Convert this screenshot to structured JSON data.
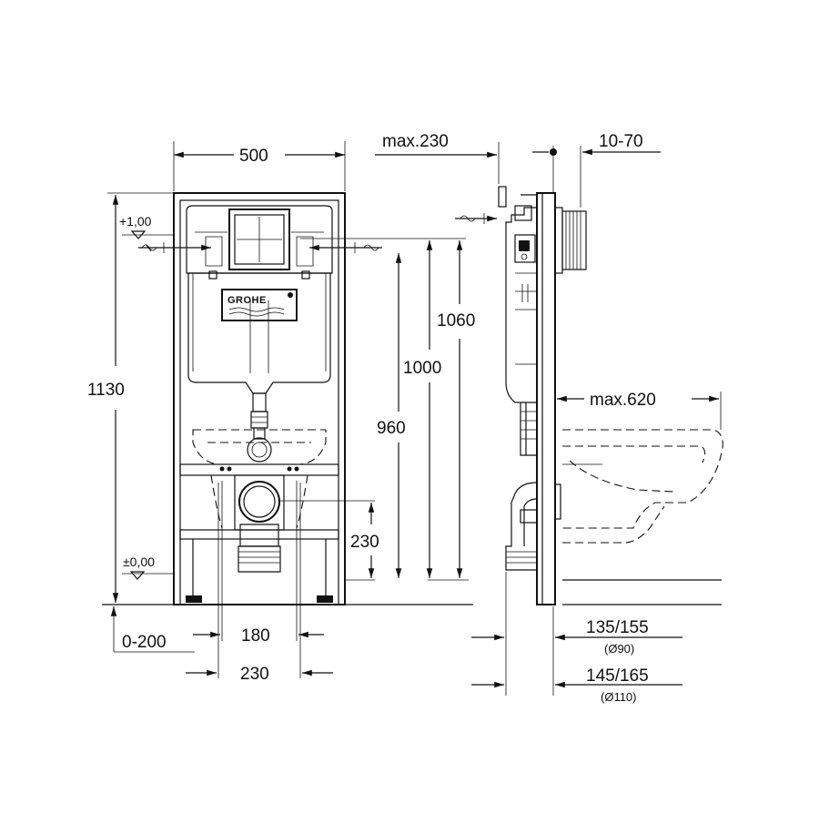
{
  "brand": {
    "logo_text": "GROHE"
  },
  "front_view": {
    "width": "500",
    "height_total": "1130",
    "level_top": "+1,00",
    "level_floor": "±0,00",
    "h_1060": "1060",
    "h_1000": "1000",
    "h_960": "960",
    "h_230": "230",
    "offset_floor": "0-200",
    "spacing_inner": "180",
    "spacing_outer": "230"
  },
  "side_view": {
    "depth_max": "max.230",
    "wall_offset": "10-70",
    "bowl_max": "max.620",
    "pipe_90": "135/155",
    "pipe_90_dia": "(Ø90)",
    "pipe_110": "145/165",
    "pipe_110_dia": "(Ø110)"
  }
}
